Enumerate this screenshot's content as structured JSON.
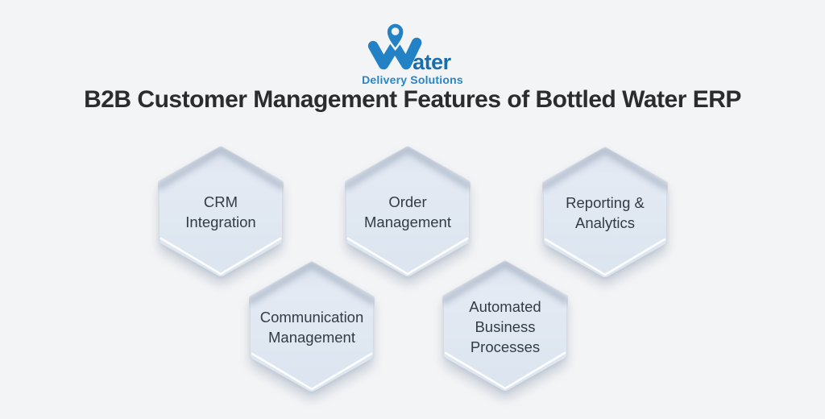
{
  "page": {
    "background": "#f3f4f6"
  },
  "logo": {
    "brand_word_suffix": "ater",
    "tagline": "Delivery Solutions",
    "pin_color": "#2382c6",
    "word_color": "#1a6dab",
    "tagline_color": "#2886c5"
  },
  "title": {
    "text": "B2B Customer Management Features of Bottled Water ERP",
    "color": "#2b2c2e"
  },
  "diagram": {
    "hex_fill": "#e0e8f2",
    "hex_text_color": "#323b46",
    "hexagons": [
      {
        "name": "crm-integration",
        "lines": [
          "CRM",
          "Integration"
        ]
      },
      {
        "name": "order-management",
        "lines": [
          "Order",
          "Management"
        ]
      },
      {
        "name": "reporting-analytics",
        "lines": [
          "Reporting &",
          "Analytics"
        ]
      },
      {
        "name": "communication-management",
        "lines": [
          "Communication",
          "Management"
        ]
      },
      {
        "name": "automated-business-processes",
        "lines": [
          "Automated",
          "Business",
          "Processes"
        ]
      }
    ]
  }
}
